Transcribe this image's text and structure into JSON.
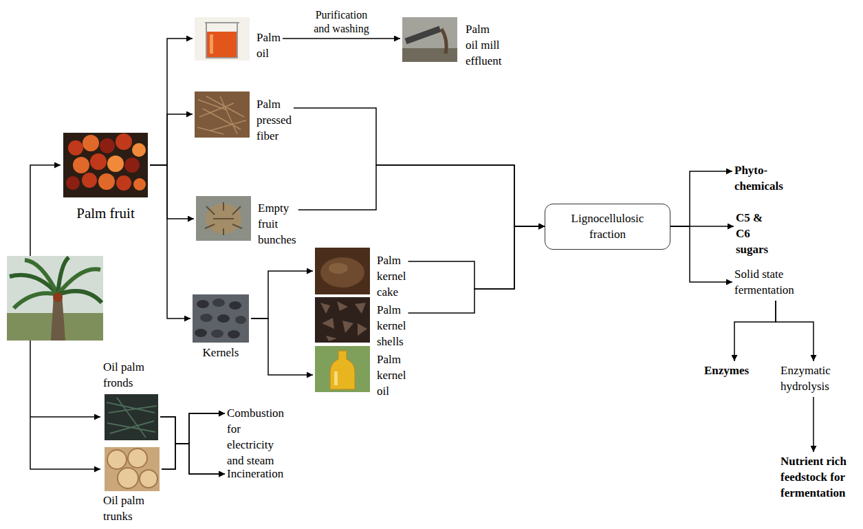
{
  "diagram": {
    "nodes": [
      {
        "text": [
          "Palm fruit"
        ]
      },
      {
        "text": [
          "Palm oil"
        ]
      },
      {
        "text": [
          "Palm oil mill effluent"
        ]
      },
      {
        "text": [
          "Palm pressed fiber"
        ]
      },
      {
        "text": [
          "Empty fruit bunches"
        ]
      },
      {
        "text": [
          "Kernels"
        ]
      },
      {
        "text": [
          "Palm kernel cake"
        ]
      },
      {
        "text": [
          "Palm kernel shells"
        ]
      },
      {
        "text": [
          "Palm kernel oil"
        ]
      },
      {
        "text": [
          "Oil palm fronds"
        ]
      },
      {
        "text": [
          "Oil palm trunks"
        ]
      },
      {
        "text": [
          "Combustion for electricity and steam"
        ]
      },
      {
        "text": [
          "Incineration"
        ]
      },
      {
        "text": [
          "Lignocellulosic fraction"
        ]
      },
      {
        "text": [
          "Phyto-chemicals"
        ]
      },
      {
        "text": [
          "C5 & C6 sugars"
        ]
      },
      {
        "text": [
          "Solid state fermentation"
        ]
      },
      {
        "text": [
          "Enzymes"
        ]
      },
      {
        "text": [
          "Enzymatic hydrolysis"
        ]
      },
      {
        "text": [
          "Nutrient rich feedstock for fermentation"
        ]
      }
    ],
    "edges": [
      {
        "from": 0,
        "to": 1,
        "arrow": "to"
      },
      {
        "from": 0,
        "to": 3,
        "arrow": "to"
      },
      {
        "from": 0,
        "to": 4,
        "arrow": "to"
      },
      {
        "from": 0,
        "to": 5,
        "arrow": "to"
      },
      {
        "from": 1,
        "to": 2,
        "arrow": "to",
        "label": "Purification and washing"
      },
      {
        "from": 3,
        "to": 13,
        "arrow": "to"
      },
      {
        "from": 4,
        "to": 13,
        "arrow": "to"
      },
      {
        "from": 6,
        "to": 13,
        "arrow": "to"
      },
      {
        "from": 7,
        "to": 13,
        "arrow": "to"
      },
      {
        "from": 5,
        "to": 6,
        "arrow": "to"
      },
      {
        "from": 5,
        "to": 8,
        "arrow": "to"
      },
      {
        "from": 9,
        "to": 11,
        "arrow": "to"
      },
      {
        "from": 9,
        "to": 12,
        "arrow": "to"
      },
      {
        "from": 10,
        "to": 11,
        "arrow": "to"
      },
      {
        "from": 10,
        "to": 12,
        "arrow": "to"
      },
      {
        "from": 13,
        "to": 14,
        "arrow": "to"
      },
      {
        "from": 13,
        "to": 15,
        "arrow": "to"
      },
      {
        "from": 13,
        "to": 16,
        "arrow": "to"
      },
      {
        "from": 16,
        "to": 17,
        "arrow": "to"
      },
      {
        "from": 16,
        "to": 18,
        "arrow": "to"
      },
      {
        "from": 18,
        "to": 19,
        "arrow": "to"
      }
    ]
  }
}
